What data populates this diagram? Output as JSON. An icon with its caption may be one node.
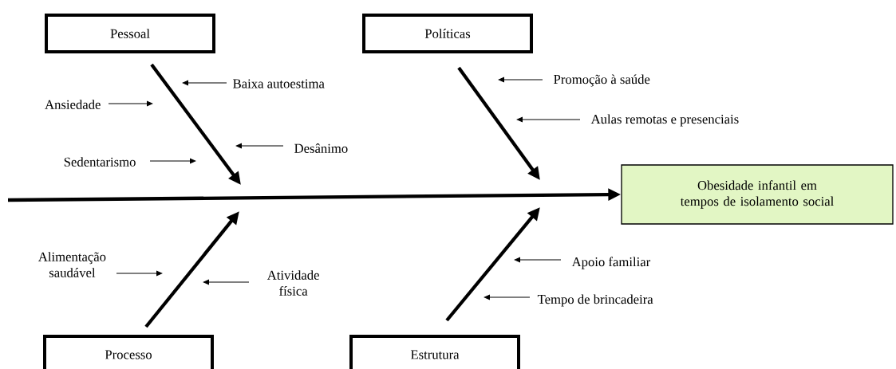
{
  "diagram": {
    "nodes": [
      {
        "text": [
          "Pessoal"
        ]
      },
      {
        "text": [
          "Políticas"
        ]
      },
      {
        "text": [
          "Processo"
        ]
      },
      {
        "text": [
          "Estrutura"
        ]
      },
      {
        "text": [
          "Obesidade infantil em tempos de isolamento social"
        ]
      },
      {
        "text": [
          "Baixa autoestima"
        ]
      },
      {
        "text": [
          "Ansiedade"
        ]
      },
      {
        "text": [
          "Desânimo"
        ]
      },
      {
        "text": [
          "Sedentarismo"
        ]
      },
      {
        "text": [
          "Promoção à saúde"
        ]
      },
      {
        "text": [
          "Aulas remotas e presenciais"
        ]
      },
      {
        "text": [
          "Alimentação saudável"
        ]
      },
      {
        "text": [
          "Atividade física"
        ]
      },
      {
        "text": [
          "Apoio familiar"
        ]
      },
      {
        "text": [
          "Tempo de brincadeira"
        ]
      }
    ],
    "edges": [
      {
        "from": null,
        "to": 4,
        "arrow": "to",
        "style": "thick"
      },
      {
        "from": 0,
        "to": null,
        "arrow": "to",
        "style": "thick"
      },
      {
        "from": 1,
        "to": null,
        "arrow": "to",
        "style": "thick"
      },
      {
        "from": 2,
        "to": null,
        "arrow": "to",
        "style": "thick"
      },
      {
        "from": 3,
        "to": null,
        "arrow": "to",
        "style": "thick"
      },
      {
        "from": 5,
        "to": null,
        "arrow": "to"
      },
      {
        "from": 6,
        "to": null,
        "arrow": "to"
      },
      {
        "from": 7,
        "to": null,
        "arrow": "to"
      },
      {
        "from": 8,
        "to": null,
        "arrow": "to"
      },
      {
        "from": 9,
        "to": null,
        "arrow": "to"
      },
      {
        "from": 10,
        "to": null,
        "arrow": "to"
      },
      {
        "from": 11,
        "to": null,
        "arrow": "to"
      },
      {
        "from": 12,
        "to": null,
        "arrow": "to"
      },
      {
        "from": 13,
        "to": null,
        "arrow": "to"
      },
      {
        "from": 14,
        "to": null,
        "arrow": "to"
      }
    ]
  }
}
